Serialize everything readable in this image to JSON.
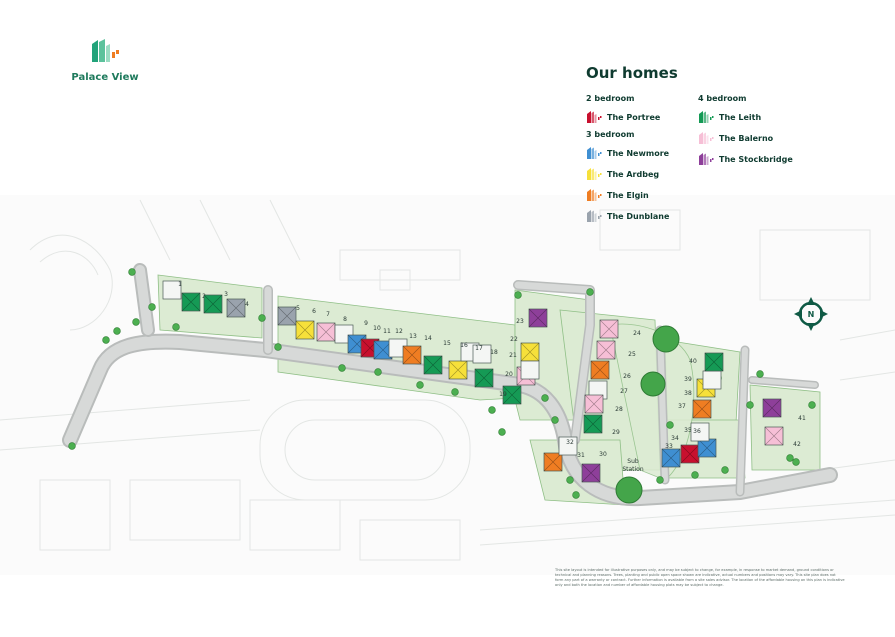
{
  "brand": {
    "name": "Palace View",
    "logo_icon": "palace-view-logo-icon",
    "accent": "#22a37a"
  },
  "legend": {
    "title": "Our homes",
    "groups": [
      {
        "heading": "2 bedroom",
        "items": [
          {
            "name": "The Portree",
            "color": "#c8102e",
            "icon": "house-icon"
          }
        ]
      },
      {
        "heading": "3 bedroom",
        "items": [
          {
            "name": "The Newmore",
            "color": "#3f8fd2",
            "icon": "house-icon"
          },
          {
            "name": "The Ardbeg",
            "color": "#f6e03a",
            "icon": "house-icon"
          },
          {
            "name": "The Elgin",
            "color": "#ef7d22",
            "icon": "house-icon"
          },
          {
            "name": "The Dunblane",
            "color": "#9aa3ad",
            "icon": "house-icon"
          }
        ]
      },
      {
        "heading": "4 bedroom",
        "items": [
          {
            "name": "The Leith",
            "color": "#159a55",
            "icon": "house-icon"
          },
          {
            "name": "The Balerno",
            "color": "#f6bfd6",
            "icon": "house-icon"
          },
          {
            "name": "The Stockbridge",
            "color": "#8e3f9a",
            "icon": "house-icon"
          }
        ]
      }
    ]
  },
  "site": {
    "substation_label_1": "Sub",
    "substation_label_2": "Station",
    "compass_label": "N",
    "compass_icon": "compass-north-icon"
  },
  "plots": [
    {
      "no": "1",
      "type": "none"
    },
    {
      "no": "2",
      "type": "The Leith"
    },
    {
      "no": "3",
      "type": "The Leith"
    },
    {
      "no": "4",
      "type": "The Dunblane"
    },
    {
      "no": "5",
      "type": "The Dunblane"
    },
    {
      "no": "6",
      "type": "The Ardbeg"
    },
    {
      "no": "7",
      "type": "The Balerno"
    },
    {
      "no": "8",
      "type": "none"
    },
    {
      "no": "9",
      "type": "The Newmore"
    },
    {
      "no": "10",
      "type": "The Portree"
    },
    {
      "no": "11",
      "type": "The Newmore"
    },
    {
      "no": "12",
      "type": "none"
    },
    {
      "no": "13",
      "type": "The Elgin"
    },
    {
      "no": "14",
      "type": "The Leith"
    },
    {
      "no": "15",
      "type": "The Ardbeg"
    },
    {
      "no": "16",
      "type": "none"
    },
    {
      "no": "17",
      "type": "none"
    },
    {
      "no": "18",
      "type": "The Leith"
    },
    {
      "no": "19",
      "type": "The Leith"
    },
    {
      "no": "20",
      "type": "The Balerno"
    },
    {
      "no": "21",
      "type": "The Ardbeg"
    },
    {
      "no": "22",
      "type": "The Ardbeg"
    },
    {
      "no": "23",
      "type": "The Stockbridge"
    },
    {
      "no": "24",
      "type": "The Balerno"
    },
    {
      "no": "25",
      "type": "The Balerno"
    },
    {
      "no": "26",
      "type": "The Elgin"
    },
    {
      "no": "27",
      "type": "The Elgin"
    },
    {
      "no": "28",
      "type": "The Balerno"
    },
    {
      "no": "29",
      "type": "The Leith"
    },
    {
      "no": "30",
      "type": "The Stockbridge"
    },
    {
      "no": "31",
      "type": "The Elgin"
    },
    {
      "no": "32",
      "type": "none"
    },
    {
      "no": "33",
      "type": "The Newmore"
    },
    {
      "no": "34",
      "type": "The Portree"
    },
    {
      "no": "35",
      "type": "The Newmore"
    },
    {
      "no": "36",
      "type": "none"
    },
    {
      "no": "37",
      "type": "The Elgin"
    },
    {
      "no": "38",
      "type": "The Ardbeg"
    },
    {
      "no": "39",
      "type": "The Ardbeg"
    },
    {
      "no": "40",
      "type": "The Leith"
    },
    {
      "no": "41",
      "type": "The Stockbridge"
    },
    {
      "no": "42",
      "type": "The Balerno"
    }
  ],
  "disclaimer": "This site layout is intended for illustrative purposes only, and may be subject to change, for example, in response to market demand, ground conditions or technical and planning reasons. Trees, planting and public open space shown are indicative, actual numbers and positions may vary. This site plan does not form any part of a warranty or contract. Further information is available from a site sales advisor. The location of the affordable housing on this plan is indicative only and both the location and number of affordable housing plots may be subject to change."
}
